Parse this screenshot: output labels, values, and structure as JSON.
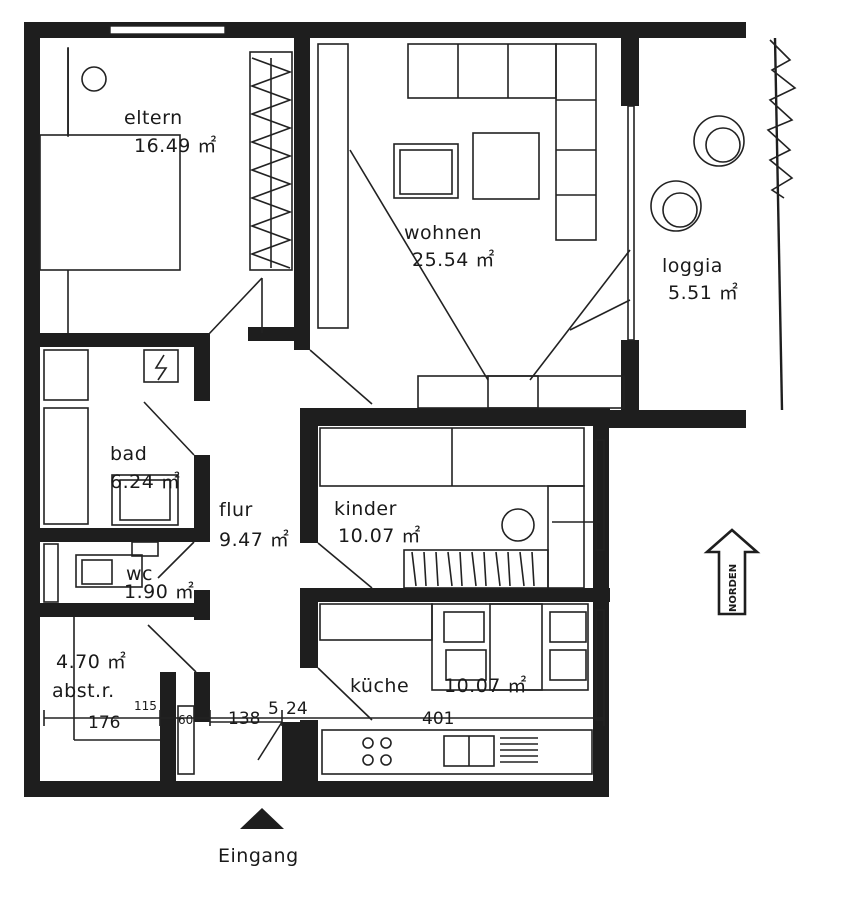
{
  "rooms": {
    "eltern": {
      "name": "eltern",
      "area": "16.49 ㎡"
    },
    "wohnen": {
      "name": "wohnen",
      "area": "25.54 ㎡"
    },
    "loggia": {
      "name": "loggia",
      "area": "5.51 ㎡"
    },
    "bad": {
      "name": "bad",
      "area": "6.24 ㎡"
    },
    "flur": {
      "name": "flur",
      "area": "9.47 ㎡"
    },
    "kinder": {
      "name": "kinder",
      "area": "10.07 ㎡"
    },
    "wc": {
      "name": "wc",
      "area": "1.90 ㎡"
    },
    "abst": {
      "name": "abst.r.",
      "area": "4.70 ㎡"
    },
    "kueche": {
      "name": "küche",
      "area": "10.07 ㎡"
    }
  },
  "dimensions": {
    "d176": "176",
    "d115": "115",
    "d60": "60",
    "d138": "138",
    "d5": "5",
    "d24": "24",
    "d401": "401"
  },
  "compass": {
    "label": "NORDEN"
  },
  "entrance": {
    "label": "Eingang"
  }
}
